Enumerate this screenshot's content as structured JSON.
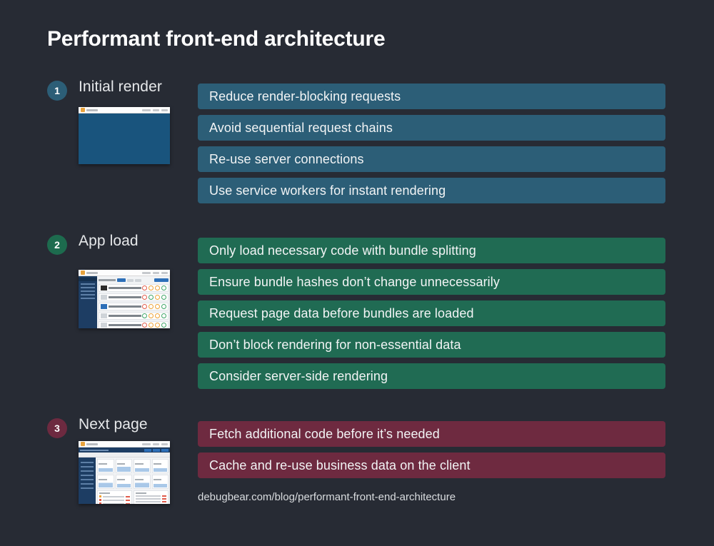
{
  "page": {
    "title": "Performant front-end architecture",
    "background_color": "#272b34",
    "footer_url": "debugbear.com/blog/performant-front-end-architecture"
  },
  "colors": {
    "blue": "#2c5e77",
    "green": "#206b53",
    "maroon": "#6e2a40",
    "badge_blue": "#2c5e77",
    "badge_green": "#1d6b4e",
    "badge_maroon": "#6d2a40",
    "title_text": "#ffffff",
    "bar_text": "#f2f4f5"
  },
  "sections": [
    {
      "number": "1",
      "label": "Initial render",
      "badge_color": "#2c5e77",
      "bar_color_class": "blue",
      "thumbnail_name": "initial-render-screenshot",
      "items": [
        "Reduce render-blocking requests",
        "Avoid sequential request chains",
        "Re-use server connections",
        "Use service workers for instant rendering"
      ]
    },
    {
      "number": "2",
      "label": "App load",
      "badge_color": "#1d6b4e",
      "bar_color_class": "green",
      "thumbnail_name": "app-load-screenshot",
      "items": [
        "Only load necessary code with bundle splitting",
        "Ensure bundle hashes don’t change unnecessarily",
        "Request page data before bundles are loaded",
        "Don’t block rendering for non-essential data",
        "Consider server-side rendering"
      ]
    },
    {
      "number": "3",
      "label": "Next page",
      "badge_color": "#6d2a40",
      "bar_color_class": "maroon",
      "thumbnail_name": "next-page-screenshot",
      "items": [
        "Fetch additional code before it’s needed",
        "Cache and re-use business data on the client"
      ]
    }
  ]
}
